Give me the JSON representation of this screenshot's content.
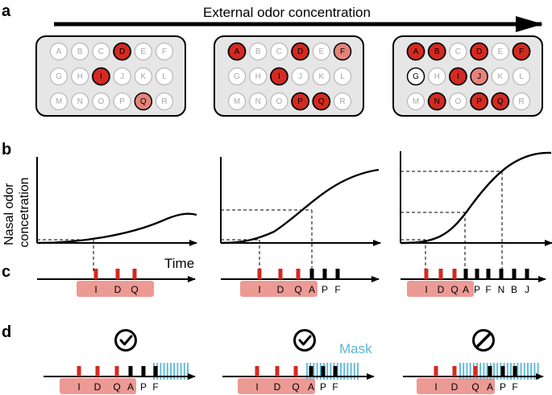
{
  "panel_labels": {
    "a": "a",
    "b": "b",
    "c": "c",
    "d": "d"
  },
  "top_arrow_label": "External odor concentration",
  "y_axis_label_line1": "Nasal odor",
  "y_axis_label_line2": "concetration",
  "time_label": "Time",
  "mask_label": "Mask",
  "colors": {
    "strong": "#d42a20",
    "weak": "#e4847b",
    "inactive_stroke": "#b8b8b8",
    "panel_bg": "#e6e6e6",
    "mask": "#58b7d8",
    "pink_box": "#ec9a94"
  },
  "glomeruli_rows": [
    [
      "A",
      "B",
      "C",
      "D",
      "E",
      "F"
    ],
    [
      "G",
      "H",
      "I",
      "J",
      "K",
      "L"
    ],
    [
      "M",
      "N",
      "O",
      "P",
      "Q",
      "R"
    ]
  ],
  "concentrations": [
    {
      "strong": [
        "D",
        "I"
      ],
      "weak": [
        "Q"
      ],
      "dark_outline": []
    },
    {
      "strong": [
        "A",
        "D",
        "I",
        "P",
        "Q"
      ],
      "weak": [
        "F"
      ],
      "dark_outline": []
    },
    {
      "strong": [
        "A",
        "B",
        "D",
        "F",
        "I",
        "N",
        "P",
        "Q"
      ],
      "weak": [
        "J"
      ],
      "dark_outline": [
        "G"
      ]
    }
  ],
  "panel_c": [
    {
      "primary": [
        "I",
        "D",
        "Q"
      ],
      "secondary": []
    },
    {
      "primary": [
        "I",
        "D",
        "Q"
      ],
      "secondary": [
        "A",
        "P",
        "F"
      ]
    },
    {
      "primary": [
        "I",
        "D",
        "Q"
      ],
      "secondary": [
        "A",
        "P",
        "F",
        "N",
        "B",
        "J"
      ]
    }
  ],
  "panel_d": [
    {
      "symbol": "check-icon",
      "primary": [
        "I",
        "D",
        "Q"
      ],
      "secondary": [
        "A",
        "P",
        "F"
      ]
    },
    {
      "symbol": "check-icon",
      "primary": [
        "I",
        "D",
        "Q"
      ],
      "secondary": [
        "A",
        "P",
        "F"
      ]
    },
    {
      "symbol": "prohibited-icon",
      "primary": [
        "I",
        "D",
        "Q"
      ],
      "secondary": [
        "A",
        "P",
        "F"
      ]
    }
  ]
}
